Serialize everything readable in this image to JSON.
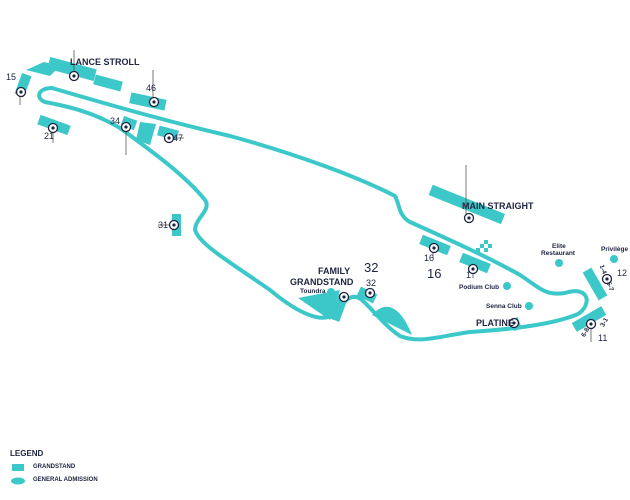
{
  "colors": {
    "track": "#3cc8c8",
    "text": "#1d2440"
  },
  "labels": {
    "lance_stroll": "LANCE STROLL",
    "main_straight": "MAIN STRAIGHT",
    "family_grandstand_1": "FAMILY",
    "family_grandstand_2": "GRANDSTAND",
    "platine": "PLATINE",
    "toundra": "Toundra",
    "podium_club": "Podium Club",
    "senna_club": "Senna Club",
    "elite_1": "Elite",
    "elite_2": "Restaurant",
    "privilege": "Privilège"
  },
  "numbers": {
    "n15": "15",
    "n46": "46",
    "n34": "34",
    "n21": "21",
    "n47": "47",
    "n31": "31",
    "n16a": "16",
    "n16b": "16",
    "n1": "1",
    "n32a": "32",
    "n32b": "32",
    "n12": "12",
    "n11": "11",
    "n57": "5-7",
    "n31b": "3-1",
    "n68": "6-8",
    "n14": "1-4"
  },
  "legend": {
    "title": "LEGEND",
    "items": [
      {
        "label": "GRANDSTAND"
      },
      {
        "label": "GENERAL ADMISSION"
      }
    ]
  }
}
